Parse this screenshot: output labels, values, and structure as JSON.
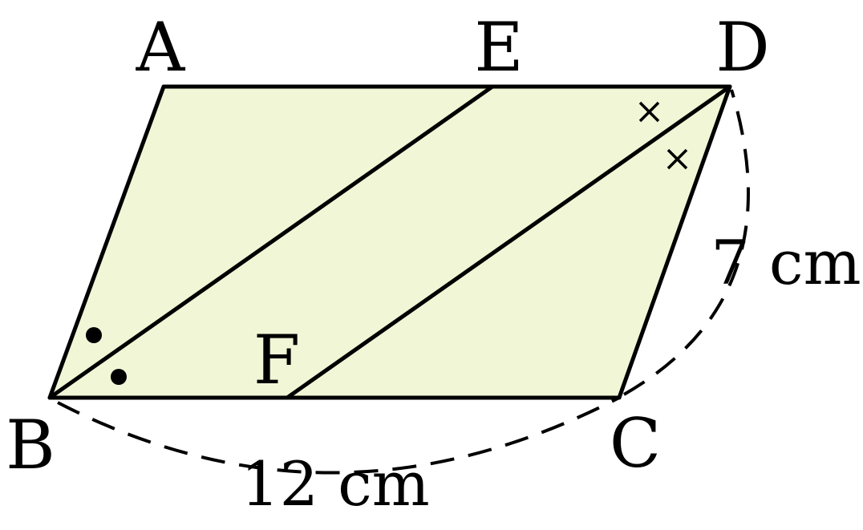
{
  "points": {
    "A": "A",
    "B": "B",
    "C": "C",
    "D": "D",
    "E": "E",
    "F": "F"
  },
  "measurements": {
    "bc": "12 cm",
    "cd": "7 cm"
  },
  "colors": {
    "fill": "#f1f6d6",
    "stroke": "#000000"
  },
  "angle_marks": {
    "at_B": "dot",
    "at_D": "cross"
  }
}
